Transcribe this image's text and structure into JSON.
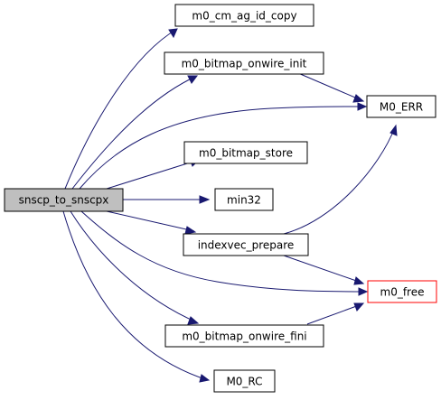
{
  "graph": {
    "nodes": {
      "root": "snscp_to_snscpx",
      "copy": "m0_cm_ag_id_copy",
      "onwire_init": "m0_bitmap_onwire_init",
      "err": "M0_ERR",
      "store": "m0_bitmap_store",
      "min32": "min32",
      "ivp": "indexvec_prepare",
      "free": "m0_free",
      "onwire_fini": "m0_bitmap_onwire_fini",
      "rc": "M0_RC"
    },
    "edges": [
      [
        "root",
        "copy"
      ],
      [
        "root",
        "onwire_init"
      ],
      [
        "root",
        "err"
      ],
      [
        "root",
        "store"
      ],
      [
        "root",
        "min32"
      ],
      [
        "root",
        "ivp"
      ],
      [
        "root",
        "free"
      ],
      [
        "root",
        "onwire_fini"
      ],
      [
        "root",
        "rc"
      ],
      [
        "onwire_init",
        "err"
      ],
      [
        "ivp",
        "err"
      ],
      [
        "ivp",
        "free"
      ],
      [
        "onwire_fini",
        "free"
      ]
    ],
    "colors": {
      "edge": "#191970",
      "root_fill": "#bfbfbf",
      "node_border": "#000000",
      "highlight_border": "#ff0000"
    }
  }
}
